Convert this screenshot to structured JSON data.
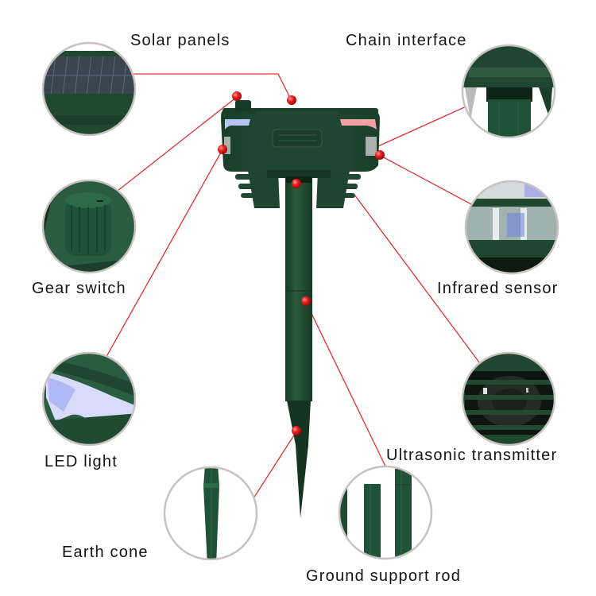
{
  "diagram": {
    "subject": "Solar ultrasonic animal repeller",
    "callout_color": "#e01818",
    "body_color": "#1f4a30",
    "labels": {
      "solar_panels": "Solar panels",
      "chain_interface": "Chain interface",
      "gear_switch": "Gear switch",
      "infrared_sensor": "Infrared sensor",
      "led_light": "LED light",
      "ultrasonic_transmitter": "Ultrasonic transmitter",
      "earth_cone": "Earth cone",
      "ground_support_rod": "Ground support rod"
    },
    "callouts": [
      {
        "id": "solar_panels",
        "label": "Solar panels",
        "detail": "solar-panel-closeup"
      },
      {
        "id": "chain_interface",
        "label": "Chain interface",
        "detail": "chain-interface-closeup"
      },
      {
        "id": "gear_switch",
        "label": "Gear switch",
        "detail": "gear-knob-closeup"
      },
      {
        "id": "infrared_sensor",
        "label": "Infrared sensor",
        "detail": "pir-sensor-closeup"
      },
      {
        "id": "led_light",
        "label": "LED light",
        "detail": "led-strip-closeup"
      },
      {
        "id": "ultrasonic_transmitter",
        "label": "Ultrasonic transmitter",
        "detail": "speaker-grille-closeup"
      },
      {
        "id": "earth_cone",
        "label": "Earth cone",
        "detail": "spike-tip-closeup"
      },
      {
        "id": "ground_support_rod",
        "label": "Ground support rod",
        "detail": "rod-segments-closeup"
      }
    ]
  }
}
